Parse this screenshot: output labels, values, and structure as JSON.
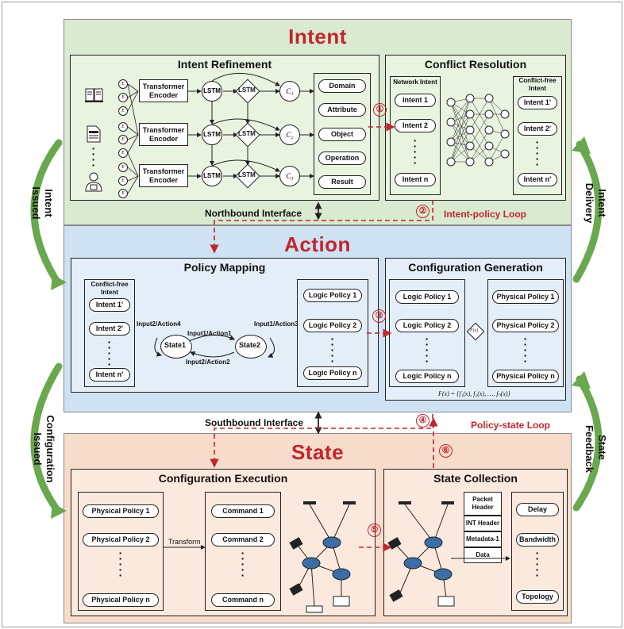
{
  "layers": {
    "intent": {
      "title": "Intent",
      "bg": "#d9ead0"
    },
    "action": {
      "title": "Action",
      "bg": "#cfe2f3"
    },
    "state": {
      "title": "State",
      "bg": "#f8dccb"
    }
  },
  "intent_refinement": {
    "title": "Intent Refinement",
    "encoders": [
      "Transformer Encoder",
      "Transformer Encoder",
      "Transformer Encoder"
    ],
    "lstm_label": "LSTM",
    "c_nodes": [
      "C₁",
      "C₂",
      "C₃"
    ],
    "e_label": "E",
    "outputs": [
      "Domain",
      "Attribute",
      "Object",
      "Operation",
      "Result"
    ]
  },
  "conflict_resolution": {
    "title": "Conflict Resolution",
    "network_intent_label": "Network Intent",
    "network_intents": [
      "Intent 1",
      "Intent 2",
      "Intent n"
    ],
    "conflict_free_label": "Conflict-free Intent",
    "conflict_free_intents": [
      "Intent 1'",
      "Intent 2'",
      "Intent n'"
    ]
  },
  "policy_mapping": {
    "title": "Policy Mapping",
    "conflict_free_label": "Conflict-free Intent",
    "intents": [
      "Intent 1'",
      "Intent 2'",
      "Intent n'"
    ],
    "states": [
      "State1",
      "State2"
    ],
    "transitions": [
      "Input2/Action4",
      "Input1/Action1",
      "Input1/Action3",
      "Input2/Action2"
    ],
    "logic_policies": [
      "Logic Policy 1",
      "Logic Policy 2",
      "Logic Policy n"
    ]
  },
  "configuration_generation": {
    "title": "Configuration Generation",
    "logic_policies": [
      "Logic Policy 1",
      "Logic Policy 2",
      "Logic Policy n"
    ],
    "function_label": "F(x)",
    "physical_policies": [
      "Physical Policy 1",
      "Physical Policy 2",
      "Physical Policy n"
    ],
    "formula": "F(x) = {f₁(x), f₂(x), …, fₙ(x)}"
  },
  "configuration_execution": {
    "title": "Configuration Execution",
    "physical_policies": [
      "Physical Policy 1",
      "Physical Policy 2",
      "Physical Policy n"
    ],
    "transform_label": "Transform",
    "commands": [
      "Command 1",
      "Command 2",
      "Command n"
    ]
  },
  "state_collection": {
    "title": "State Collection",
    "packet_fields": [
      "Packet Header",
      "INT Header",
      "Metadata-1",
      "Data"
    ],
    "metrics": [
      "Delay",
      "Bandwidth",
      "Topology"
    ]
  },
  "interfaces": {
    "northbound": "Northbound Interface",
    "southbound": "Southbound Interface"
  },
  "loops": {
    "intent_policy": "Intent-policy Loop",
    "policy_state": "Policy-state Loop"
  },
  "side_labels": {
    "intent_issued": "Intent Issued",
    "intent_delivery": "Intent Delivery",
    "configuration_issued": "Configuration Issued",
    "state_feedback": "State Feedback"
  },
  "steps": [
    "①",
    "②",
    "③",
    "④",
    "⑤",
    "⑥"
  ],
  "colors": {
    "accent_red": "#c0262d",
    "arrow_green": "#6aa84f",
    "panel_green": "#e8f3e0",
    "panel_blue": "#e3eef8",
    "panel_orange": "#fbe9dd"
  }
}
